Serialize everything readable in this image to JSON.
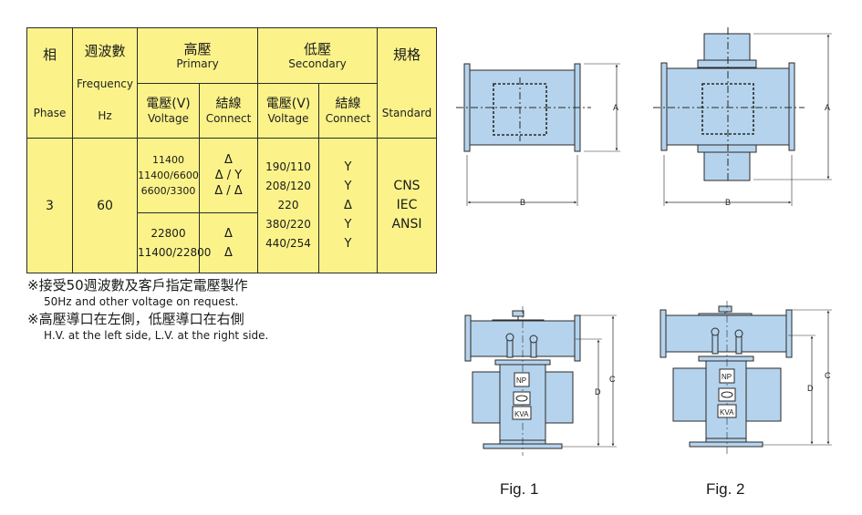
{
  "table": {
    "phase_zh": "相",
    "phase_en": "Phase",
    "freq_zh": "週波數",
    "freq_en1": "Frequency",
    "freq_en2": "Hz",
    "primary_zh": "高壓",
    "primary_en": "Primary",
    "secondary_zh": "低壓",
    "secondary_en": "Secondary",
    "standard_zh": "規格",
    "standard_en": "Standard",
    "voltage_zh": "電壓(V)",
    "voltage_en": "Voltage",
    "connect_zh": "結線",
    "connect_en": "Connect",
    "phase_value": "3",
    "freq_value": "60",
    "primary_group1": [
      "11400",
      "11400/6600",
      "6600/3300"
    ],
    "primary_connect1": [
      "Δ",
      "Δ / Y",
      "Δ / Δ"
    ],
    "primary_group2": [
      "22800",
      "11400/22800"
    ],
    "primary_connect2": [
      "Δ",
      "Δ"
    ],
    "secondary_voltages": [
      "190/110",
      "208/120",
      "220",
      "380/220",
      "440/254"
    ],
    "secondary_connects": [
      "Y",
      "Y",
      "Δ",
      "Y",
      "Y"
    ],
    "standards": [
      "CNS",
      "IEC",
      "ANSI"
    ]
  },
  "notes": [
    {
      "zh": "※接受50週波數及客戶指定電壓製作",
      "en": "50Hz and other voltage on request."
    },
    {
      "zh": "※高壓導口在左側，低壓導口在右側",
      "en": "H.V. at the left side, L.V. at the right side."
    }
  ],
  "figures": {
    "fig1": "Fig. 1",
    "fig2": "Fig. 2",
    "dim_a": "A",
    "dim_b": "B",
    "dim_c": "C",
    "dim_d": "D",
    "plate_np": "NP",
    "plate_kva": "KVA"
  },
  "colors": {
    "table_bg": "#fbf38a",
    "drawing_fill": "#b5d3ec",
    "drawing_stroke": "#2a2a2a"
  }
}
